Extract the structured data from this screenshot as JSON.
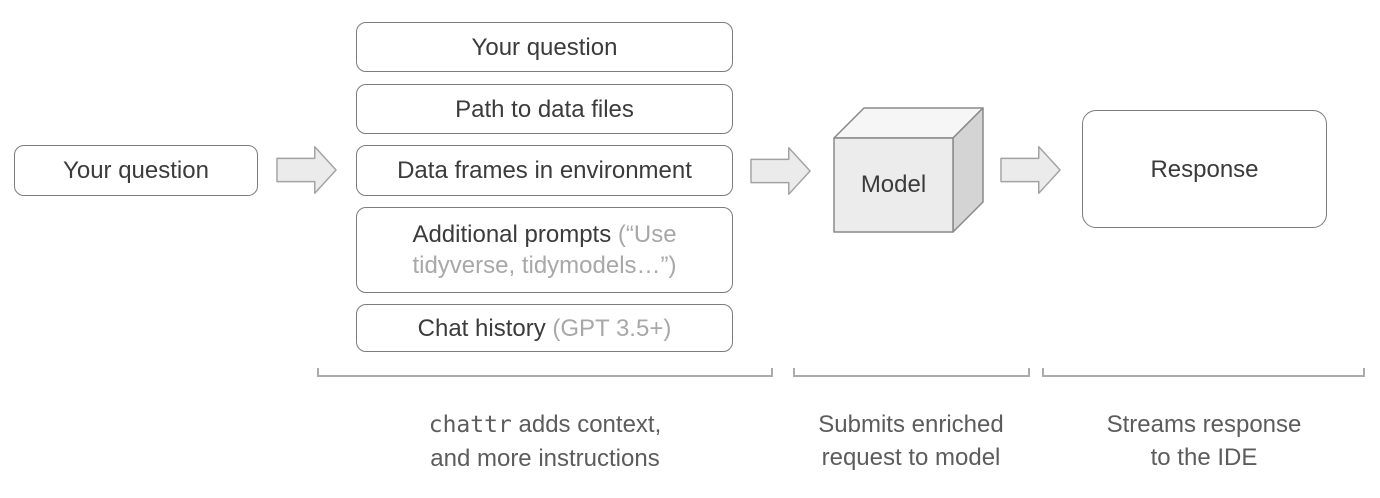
{
  "flow": {
    "input": {
      "label": "Your question"
    },
    "stack": {
      "items": [
        {
          "label": "Your question",
          "note": ""
        },
        {
          "label": "Path to data files",
          "note": ""
        },
        {
          "label": "Data frames in environment",
          "note": ""
        },
        {
          "label": "Additional prompts",
          "note": " (“Use tidyverse, tidymodels…”)"
        },
        {
          "label": "Chat history",
          "note": " (GPT 3.5+)"
        }
      ]
    },
    "model": {
      "label": "Model"
    },
    "response": {
      "label": "Response"
    },
    "captions": [
      {
        "line1_code": "chattr",
        "line1_rest": " adds context,",
        "line2": "and more instructions"
      },
      {
        "line1": "Submits enriched",
        "line2": "request to model"
      },
      {
        "line1": "Streams response",
        "line2": "to the IDE"
      }
    ],
    "colors": {
      "box_border": "#7c7c7c",
      "box_text": "#3b3b3b",
      "muted_text": "#a8a8a8",
      "arrow_fill": "#ebebeb",
      "arrow_stroke": "#a3a3a3",
      "cube_front": "#ececec",
      "cube_top": "#f6f6f6",
      "cube_right": "#d4d4d4",
      "bracket": "#ababab",
      "caption_text": "#5c5c5c",
      "background": "#ffffff"
    }
  }
}
